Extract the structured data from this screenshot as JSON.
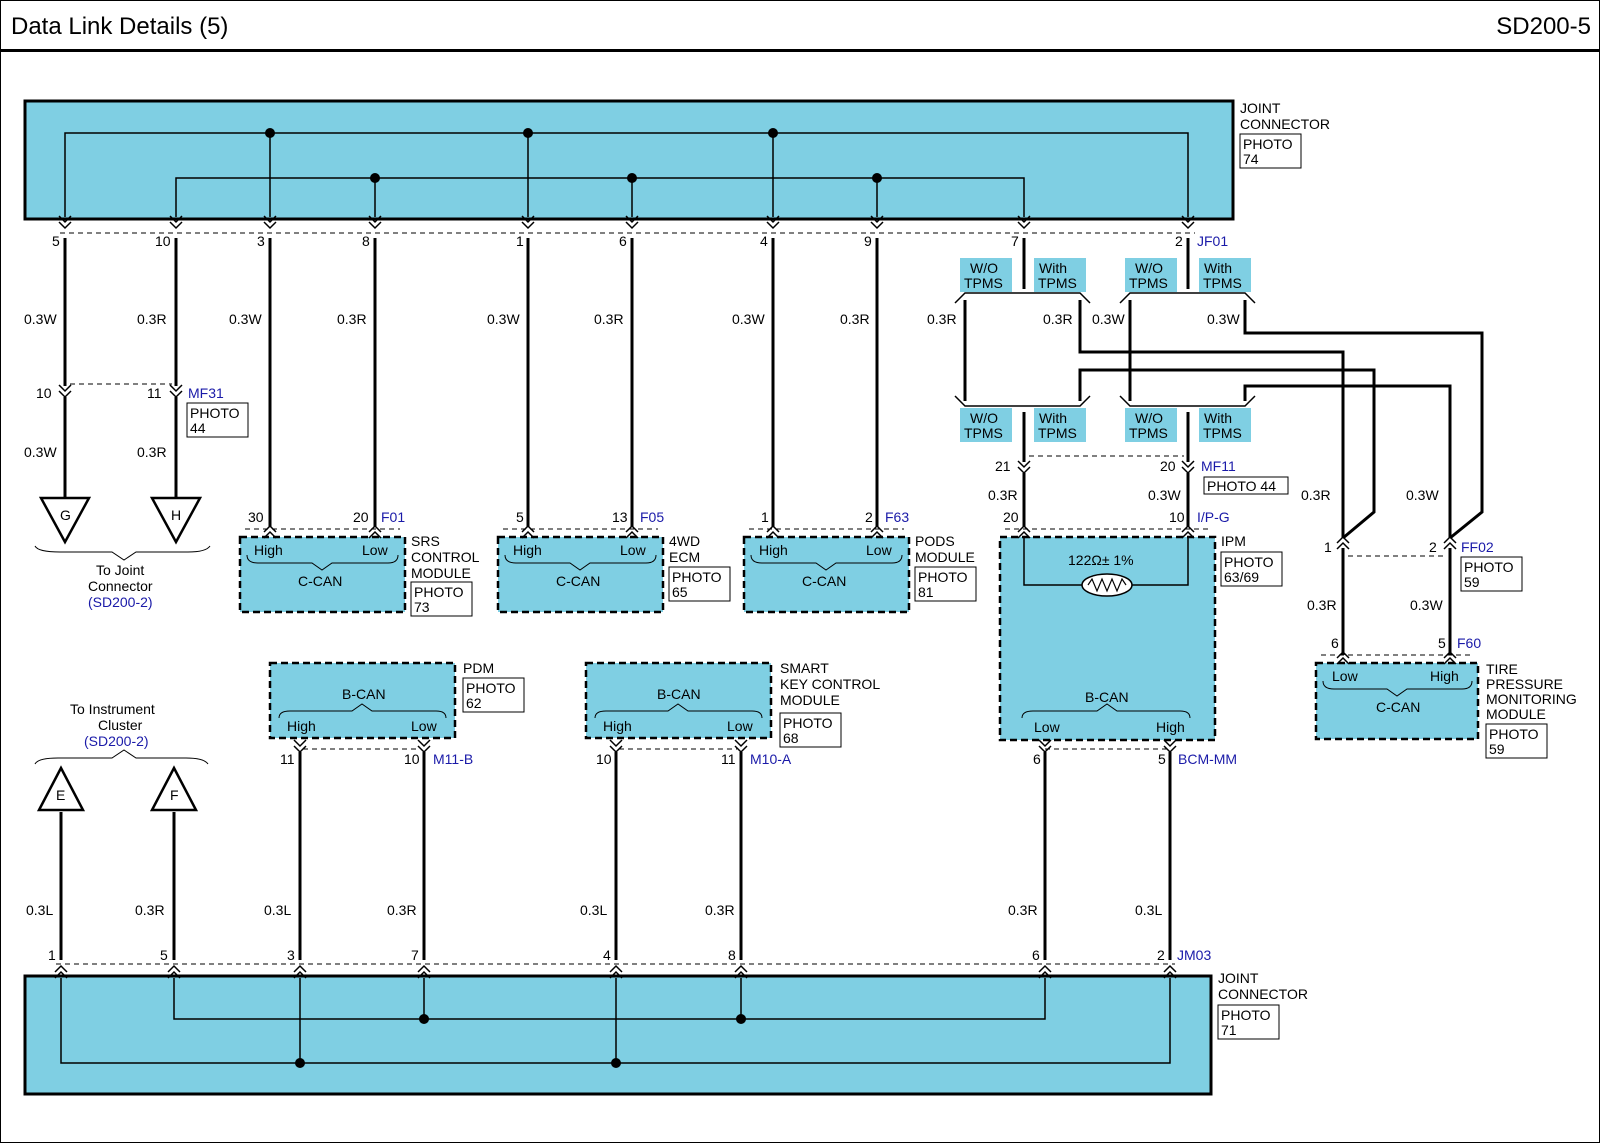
{
  "header": {
    "title": "Data Link Details (5)",
    "code": "SD200-5"
  },
  "colors": {
    "block": "#7fcfe3",
    "wire": "#000000",
    "connector_id": "#1a1aa8"
  },
  "top_joint": {
    "name_1": "JOINT",
    "name_2": "CONNECTOR",
    "photo_1": "PHOTO",
    "photo_2": "74",
    "id": "JF01",
    "pins": [
      "5",
      "10",
      "3",
      "8",
      "1",
      "6",
      "4",
      "9",
      "7",
      "2"
    ],
    "wires": [
      "0.3W",
      "0.3R",
      "0.3W",
      "0.3R",
      "0.3W",
      "0.3R",
      "0.3W",
      "0.3R"
    ]
  },
  "tpms_option": {
    "wo_1": "W/O",
    "wo_2": "TPMS",
    "with_1": "With",
    "with_2": "TPMS",
    "wire_left_r": "0.3R",
    "wire_mid_r": "0.3R",
    "wire_mid_w": "0.3W",
    "wire_right_w": "0.3W"
  },
  "mf31": {
    "id": "MF31",
    "pin_a": "10",
    "pin_b": "11",
    "photo_1": "PHOTO",
    "photo_2": "44",
    "wire_a": "0.3W",
    "wire_b": "0.3R"
  },
  "to_joint": {
    "g": "G",
    "h": "H",
    "line_1": "To Joint",
    "line_2": "Connector",
    "ref": "(SD200-2)"
  },
  "srs": {
    "id": "F01",
    "pin_high": "30",
    "pin_low": "20",
    "high": "High",
    "low": "Low",
    "bus": "C-CAN",
    "name_1": "SRS",
    "name_2": "CONTROL",
    "name_3": "MODULE",
    "photo_1": "PHOTO",
    "photo_2": "73"
  },
  "ecm": {
    "id": "F05",
    "pin_high": "5",
    "pin_low": "13",
    "high": "High",
    "low": "Low",
    "bus": "C-CAN",
    "name_1": "4WD",
    "name_2": "ECM",
    "photo_1": "PHOTO",
    "photo_2": "65"
  },
  "pods": {
    "id": "F63",
    "pin_high": "1",
    "pin_low": "2",
    "high": "High",
    "low": "Low",
    "bus": "C-CAN",
    "name_1": "PODS",
    "name_2": "MODULE",
    "photo_1": "PHOTO",
    "photo_2": "81"
  },
  "mf11": {
    "id": "MF11",
    "pin_a": "21",
    "pin_b": "20",
    "photo": "PHOTO 44",
    "wire_a": "0.3R",
    "wire_b": "0.3W"
  },
  "ipm": {
    "id": "I/P-G",
    "pin_a": "20",
    "pin_b": "10",
    "resistor": "122Ω± 1%",
    "bus": "B-CAN",
    "low": "Low",
    "high": "High",
    "name": "IPM",
    "photo_1": "PHOTO",
    "photo_2": "63/69"
  },
  "bcm": {
    "id": "BCM-MM",
    "pin_low": "6",
    "pin_high": "5"
  },
  "ff02": {
    "id": "FF02",
    "pin_a": "1",
    "pin_b": "2",
    "photo_1": "PHOTO",
    "photo_2": "59",
    "wire_a_top": "0.3R",
    "wire_b_top": "0.3W",
    "wire_a_bot": "0.3R",
    "wire_b_bot": "0.3W"
  },
  "tpms_module": {
    "id": "F60",
    "pin_low": "6",
    "pin_high": "5",
    "low": "Low",
    "high": "High",
    "bus": "C-CAN",
    "name_1": "TIRE",
    "name_2": "PRESSURE",
    "name_3": "MONITORING",
    "name_4": "MODULE",
    "photo_1": "PHOTO",
    "photo_2": "59"
  },
  "to_cluster": {
    "e": "E",
    "f": "F",
    "line_1": "To Instrument",
    "line_2": "Cluster",
    "ref": "(SD200-2)"
  },
  "pdm": {
    "id": "M11-B",
    "pin_high": "11",
    "pin_low": "10",
    "bus": "B-CAN",
    "high": "High",
    "low": "Low",
    "name": "PDM",
    "photo_1": "PHOTO",
    "photo_2": "62"
  },
  "smartkey": {
    "id": "M10-A",
    "pin_high": "10",
    "pin_low": "11",
    "bus": "B-CAN",
    "high": "High",
    "low": "Low",
    "name_1": "SMART",
    "name_2": "KEY CONTROL",
    "name_3": "MODULE",
    "photo_1": "PHOTO",
    "photo_2": "68"
  },
  "bottom_joint": {
    "name_1": "JOINT",
    "name_2": "CONNECTOR",
    "photo_1": "PHOTO",
    "photo_2": "71",
    "id": "JM03",
    "pins": [
      "1",
      "5",
      "3",
      "7",
      "4",
      "8",
      "6",
      "2"
    ],
    "wires": [
      "0.3L",
      "0.3R",
      "0.3L",
      "0.3R",
      "0.3L",
      "0.3R",
      "0.3R",
      "0.3L"
    ]
  }
}
